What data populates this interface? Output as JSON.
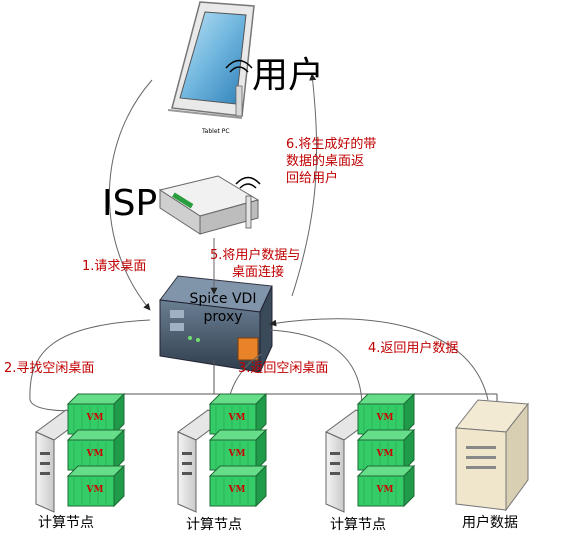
{
  "device": {
    "tablet_caption": "Tablet PC"
  },
  "labels": {
    "user": "用户",
    "isp": "ISP",
    "proxy_line1": "Spice VDI",
    "proxy_line2": "proxy",
    "node": "计算节点",
    "user_data": "用户数据",
    "vm": "VM"
  },
  "steps": {
    "s1": "1.请求桌面",
    "s2": "2.寻找空闲桌面",
    "s3": "3.返回空闲桌面",
    "s4": "4.返回用户数据",
    "s5_line1": "5.将用户数据与",
    "s5_line2": "桌面连接",
    "s6_line1": "6.将生成好的带",
    "s6_line2": "数据的桌面返",
    "s6_line3": "回给用户"
  },
  "colors": {
    "step_text": "#c00000",
    "vm_fill": "#33cc66",
    "vm_text": "#cc0000",
    "line": "#555555"
  }
}
